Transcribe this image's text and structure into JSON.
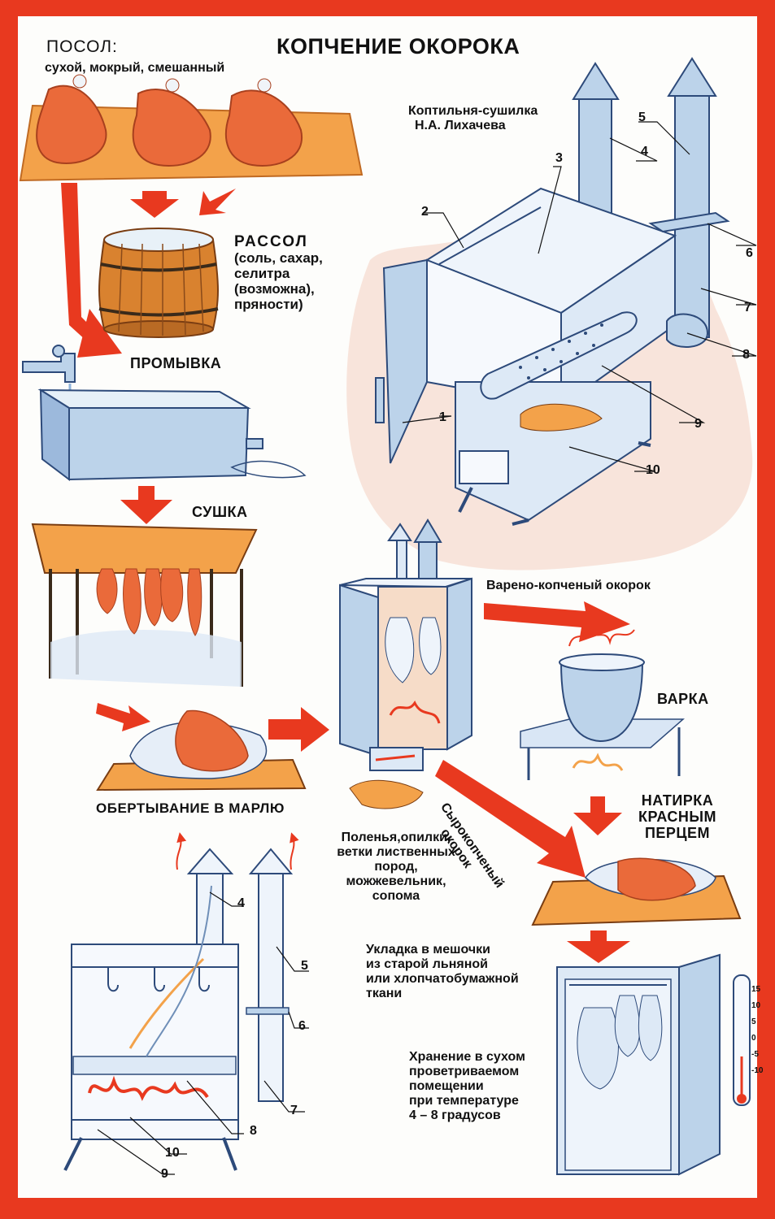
{
  "title": "КОПЧЕНИЕ ОКОРОКА",
  "salting": {
    "heading": "ПОСОЛ:",
    "types": "сухой, мокрый, смешанный"
  },
  "brine": {
    "heading": "РАССОЛ",
    "line1": "(соль, сахар,",
    "line2": "селитра",
    "line3": "(возможна),",
    "line4": "пряности)"
  },
  "rinsing": "ПРОМЫВКА",
  "drying": "СУШКА",
  "wrapping": "ОБЕРТЫВАНИЕ В МАРЛЮ",
  "smokehouse": {
    "line1": "Коптильня-сушилка",
    "line2": "Н.А. Лихачева"
  },
  "boiled_smoked": "Варено-копченый окорок",
  "boiling": "ВАРКА",
  "pepper": {
    "line1": "НАТИРКА",
    "line2": "КРАСНЫМ",
    "line3": "ПЕРЦЕМ"
  },
  "raw_smoked": {
    "line1": "Сырокопченый",
    "line2": "окорок"
  },
  "fuel": {
    "line1": "Поленья,опилки,",
    "line2": "ветки лиственных",
    "line3": "пород,",
    "line4": "можжевельник,",
    "line5": "сопома"
  },
  "bagging": {
    "line1": "Укладка в мешочки",
    "line2": "из старой льняной",
    "line3": "или хлопчатобумажной",
    "line4": "ткани"
  },
  "storage": {
    "line1": "Хранение в сухом",
    "line2": "проветриваемом",
    "line3": "помещении",
    "line4": "при температуре",
    "line5": "4 – 8 градусов"
  },
  "part_numbers": [
    "1",
    "2",
    "3",
    "4",
    "5",
    "6",
    "7",
    "8",
    "9",
    "10"
  ],
  "thermometer_scale": [
    "15",
    "10",
    "5",
    "0",
    "-5",
    "-10"
  ],
  "colors": {
    "frame": "#e8391f",
    "arrow": "#e8391f",
    "metal": "#bcd3ea",
    "metal_dark": "#6f8fb8",
    "wood": "#f3a24a",
    "meat": "#ea6a3a",
    "smoke": "#f7dfd5"
  }
}
